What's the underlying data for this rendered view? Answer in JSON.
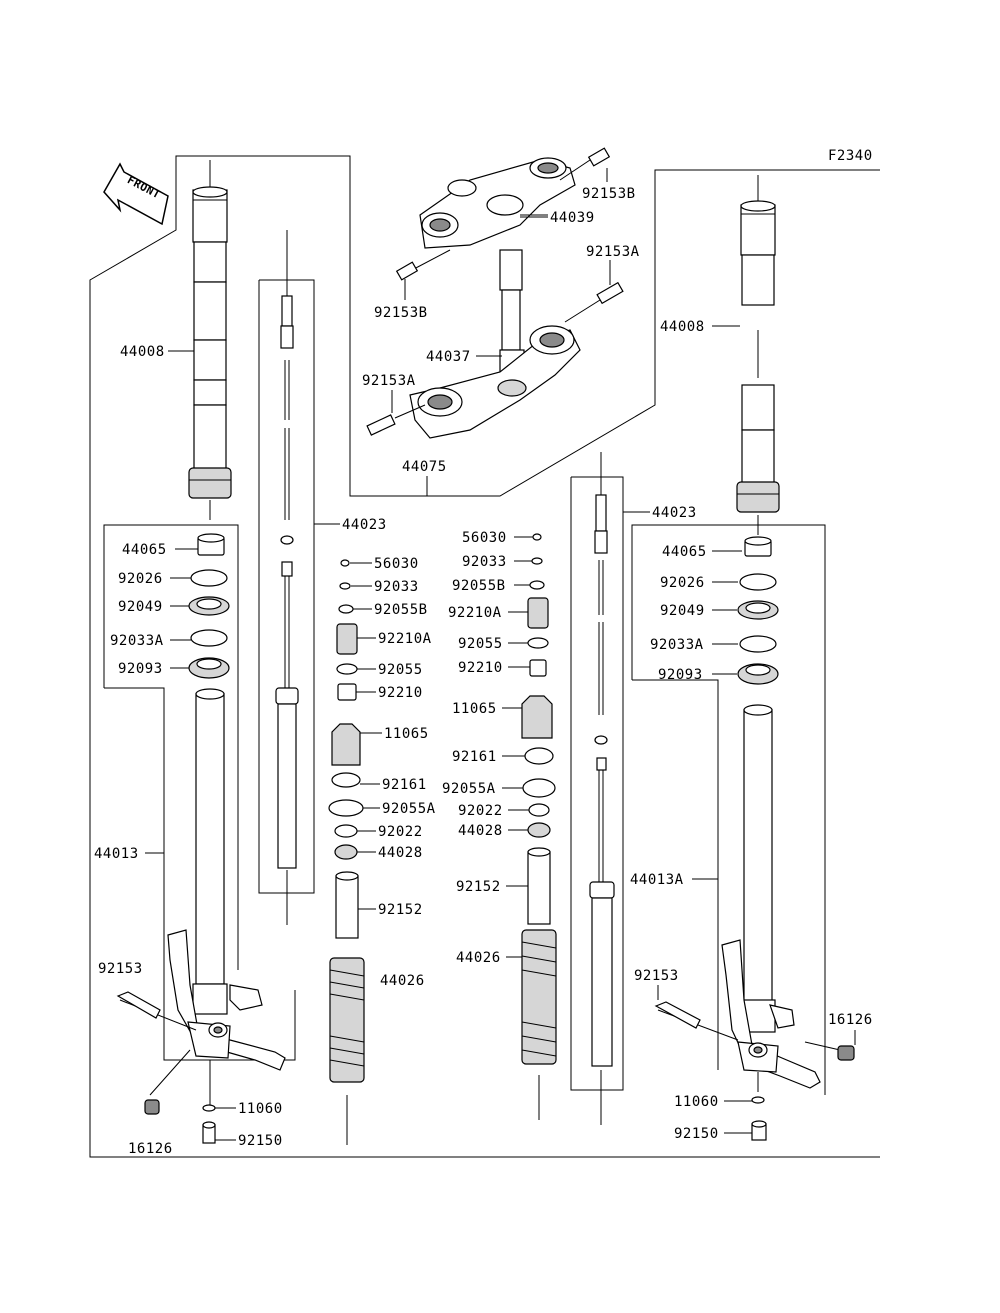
{
  "diagram": {
    "code": "F2340",
    "front_label": "FRONT",
    "parts": {
      "p56030": "56030",
      "p92033": "92033",
      "p92055B": "92055B",
      "p92210A": "92210A",
      "p92055": "92055",
      "p92210": "92210",
      "p11065": "11065",
      "p92161": "92161",
      "p92055A": "92055A",
      "p92022": "92022",
      "p44028": "44028",
      "p92152": "92152",
      "p44026": "44026",
      "p44065": "44065",
      "p92026": "92026",
      "p92049": "92049",
      "p92033A": "92033A",
      "p92093": "92093",
      "p44013": "44013",
      "p44013A": "44013A",
      "p92153": "92153",
      "p16126": "16126",
      "p11060": "11060",
      "p92150": "92150",
      "p44008": "44008",
      "p44023": "44023",
      "p44075": "44075",
      "p44039": "44039",
      "p44037": "44037",
      "p92153A": "92153A",
      "p92153B": "92153B"
    }
  }
}
